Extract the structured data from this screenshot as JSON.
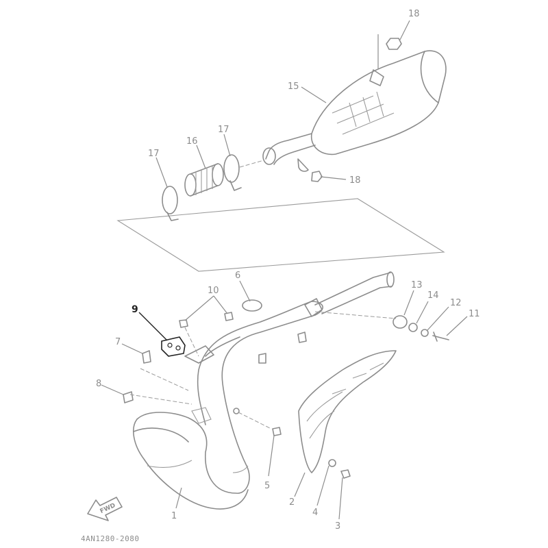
{
  "diagram": {
    "code": "4AN1280-2080",
    "fwd_label": "FWD",
    "highlighted_part": "9",
    "colors": {
      "line": "#8c8c8c",
      "highlight": "#222222",
      "background": "#ffffff"
    }
  },
  "callouts": [
    {
      "id": "c18a",
      "label": "18"
    },
    {
      "id": "c15",
      "label": "15"
    },
    {
      "id": "c16",
      "label": "16"
    },
    {
      "id": "c17a",
      "label": "17"
    },
    {
      "id": "c17b",
      "label": "17"
    },
    {
      "id": "c18b",
      "label": "18"
    },
    {
      "id": "c10",
      "label": "10"
    },
    {
      "id": "c6",
      "label": "6"
    },
    {
      "id": "c13",
      "label": "13"
    },
    {
      "id": "c14",
      "label": "14"
    },
    {
      "id": "c12",
      "label": "12"
    },
    {
      "id": "c11",
      "label": "11"
    },
    {
      "id": "c9",
      "label": "9"
    },
    {
      "id": "c7",
      "label": "7"
    },
    {
      "id": "c8",
      "label": "8"
    },
    {
      "id": "c5",
      "label": "5"
    },
    {
      "id": "c2",
      "label": "2"
    },
    {
      "id": "c4",
      "label": "4"
    },
    {
      "id": "c3",
      "label": "3"
    },
    {
      "id": "c1",
      "label": "1"
    }
  ]
}
